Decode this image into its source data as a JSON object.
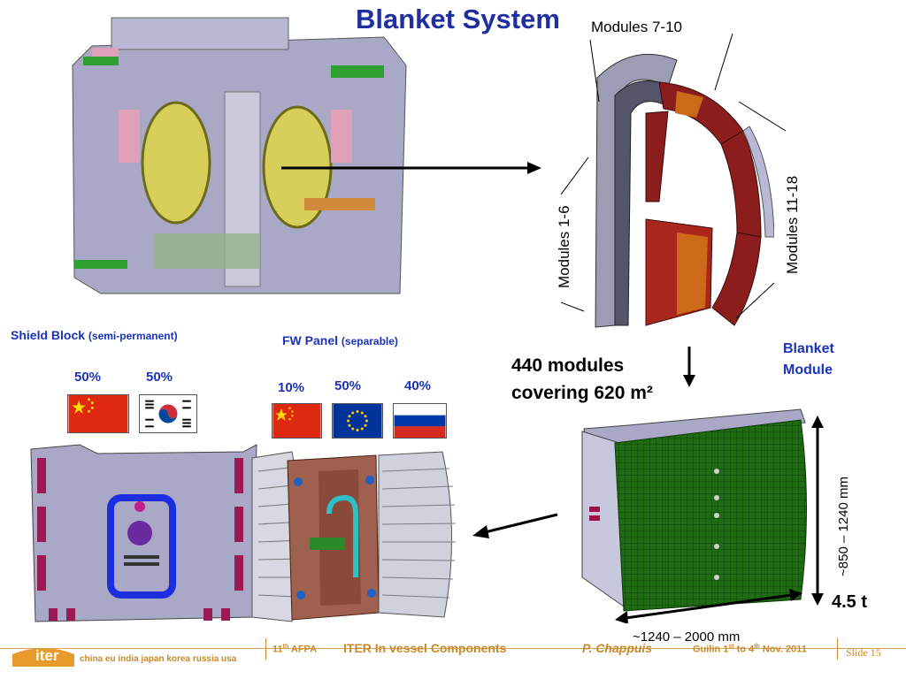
{
  "slide": {
    "title": "Blanket System",
    "labels": {
      "modules_7_10": "Modules 7-10",
      "modules_1_6": "Modules 1-6",
      "modules_11_18": "Modules 11-18"
    },
    "shield_block": {
      "title": "Shield Block",
      "note": "(semi-permanent)",
      "shares": [
        "50%",
        "50%"
      ]
    },
    "fw_panel": {
      "title": "FW Panel",
      "note": "(separable)",
      "shares": [
        "10%",
        "50%",
        "40%"
      ]
    },
    "modules_text": [
      "440 modules",
      "covering 620 m²"
    ],
    "blanket_module": [
      "Blanket",
      "Module"
    ],
    "dimension_height": "~850 – 1240 mm",
    "dimension_width": "~1240 – 2000 mm",
    "weight": "4.5 t"
  },
  "footer": {
    "logo": "iter",
    "members": "china eu india japan korea russia usa",
    "meeting": "11th AFPA",
    "meeting_num": "11",
    "meeting_sup": "th",
    "meeting_rest": " AFPA",
    "topic_strong": "ITER",
    "topic_rest": "  In vessel Components",
    "author": "P. Chappuis",
    "date_a": "Guilin 1",
    "date_sup1": "st",
    "date_b": " to 4",
    "date_sup2": "th",
    "date_c": " Nov. 2011",
    "slide_no": "Slide 15"
  },
  "colors": {
    "title_blue": "#1f2fa0",
    "label_blue": "#1b33b8",
    "footer_orange": "#c88a28",
    "module_green": "#1f6b12",
    "blanket_red": "#8b1d1d"
  },
  "icons": [
    "tokamak-cutaway-figure",
    "blanket-cross-section-figure",
    "blanket-module-figure",
    "shield-block-figure",
    "china-flag",
    "korea-flag",
    "eu-flag",
    "russia-flag"
  ]
}
